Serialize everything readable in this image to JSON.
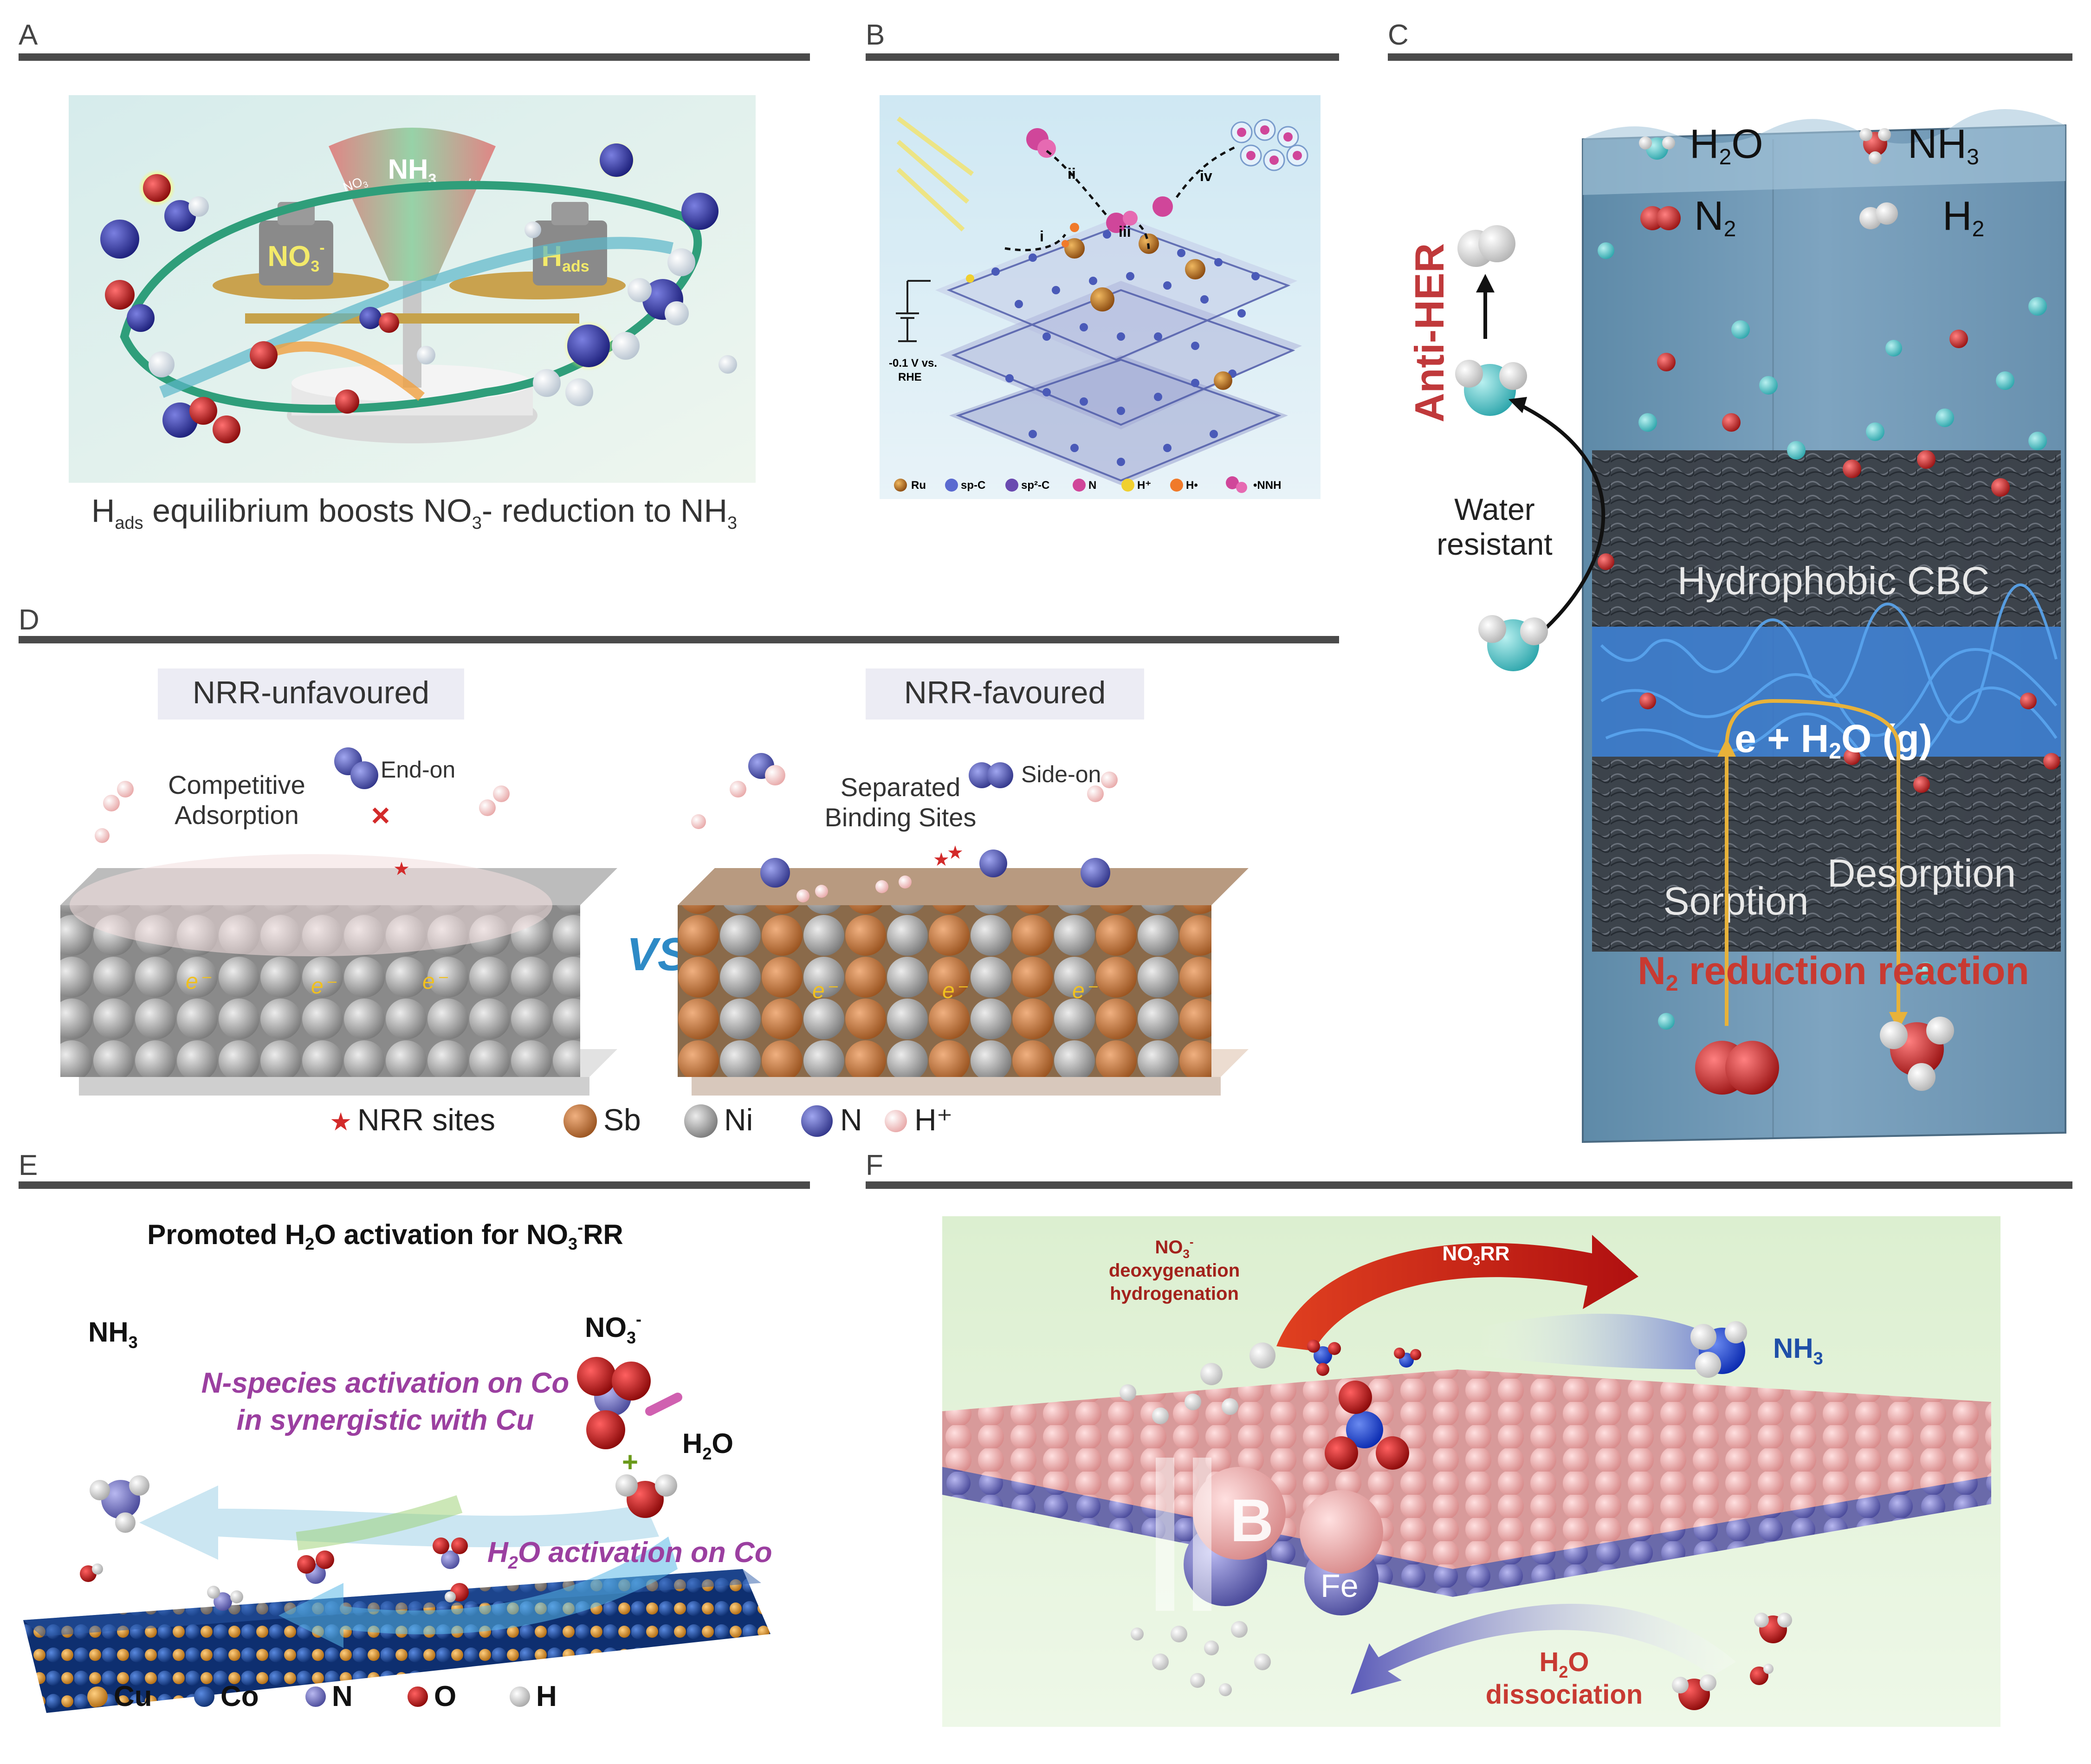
{
  "panels": {
    "A": {
      "label": "A",
      "scale_nh3": "NH",
      "scale_nh3_sub": "3",
      "scale_no3": "NO",
      "scale_no3_sub": "3",
      "scale_h": "H",
      "weight_left": "NO",
      "weight_left_sub": "3",
      "weight_left_sup": "-",
      "weight_right": "H",
      "weight_right_sub": "ads",
      "caption_h": "H",
      "caption_h_sub": "ads",
      "caption_mid": " equilibrium boosts NO",
      "caption_mid_sub": "3",
      "caption_end": "- reduction to NH",
      "caption_end_sub": "3"
    },
    "B": {
      "label": "B",
      "step_i": "i",
      "step_ii": "ii",
      "step_iii": "iii",
      "step_iv": "iv",
      "voltage_line1": "-0.1 V vs.",
      "voltage_line2": "RHE",
      "legend": [
        "Ru",
        "sp-C",
        "sp²-C",
        "N",
        "H⁺",
        "H•",
        "•NNH"
      ]
    },
    "C": {
      "label": "C",
      "h2o": "H",
      "h2o_sub": "2",
      "h2o_end": "O",
      "nh3": "NH",
      "nh3_sub": "3",
      "n2": "N",
      "n2_sub": "2",
      "h2": "H",
      "h2_sub": "2",
      "anti_her": "Anti-HER",
      "water_resistant_1": "Water",
      "water_resistant_2": "resistant",
      "hydrophobic": "Hydrophobic CBC",
      "vapor": "e + H",
      "vapor_sub": "2",
      "vapor_end": "O (g)",
      "desorption": "Desorption",
      "sorption": "Sorption",
      "reaction": "N",
      "reaction_sub": "2",
      "reaction_end": " reduction reaction"
    },
    "D": {
      "label": "D",
      "title_left": "NRR-unfavoured",
      "title_right": "NRR-favoured",
      "competitive_1": "Competitive",
      "competitive_2": "Adsorption",
      "end_on": "End-on",
      "separated_1": "Separated",
      "separated_2": "Binding Sites",
      "side_on": "Side-on",
      "vs": "VS.",
      "electron": "e⁻",
      "legend_nrr": "NRR sites",
      "legend_sb": "Sb",
      "legend_ni": "Ni",
      "legend_n": "N",
      "legend_h": "H⁺"
    },
    "E": {
      "label": "E",
      "title": "Promoted H",
      "title_sub": "2",
      "title_mid": "O activation for NO",
      "title_sub2": "3",
      "title_sup": "-",
      "title_end": "RR",
      "nh3": "NH",
      "nh3_sub": "3",
      "no3": "NO",
      "no3_sub": "3",
      "no3_sup": "-",
      "h2o": "H",
      "h2o_sub": "2",
      "h2o_end": "O",
      "nspecies_1": "N-species activation on Co",
      "nspecies_2": "in synergistic with Cu",
      "h2o_act": "H",
      "h2o_act_sub": "2",
      "h2o_act_end": "O activation on Co",
      "legend": [
        "Cu",
        "Co",
        "N",
        "O",
        "H"
      ]
    },
    "F": {
      "label": "F",
      "no3_label": "NO",
      "no3_label_sub": "3",
      "no3_label_sup": "-",
      "deoxy": "deoxygenation",
      "hydro": "hydrogenation",
      "no3rr": "NO",
      "no3rr_sub": "3",
      "no3rr_end": "RR",
      "nh3": "NH",
      "nh3_sub": "3",
      "b": "B",
      "fe": "Fe",
      "h2o": "H",
      "h2o_sub": "2",
      "h2o_end": "O",
      "dissociation": "dissociation"
    }
  },
  "colors": {
    "rule": "#4a4a4a",
    "anti_her": "#c0393b",
    "reaction_red": "#c83a32",
    "purple_text": "#9b3fa0",
    "blue_text": "#1f4fa8",
    "dark_red_text": "#a3221c",
    "sb": "#c47a3e",
    "ni": "#a8a8a8",
    "n": "#5a5fb0",
    "h": "#f0c4c4",
    "cu": "#e59b3a",
    "co": "#1e4f9e",
    "o": "#d21f1f"
  }
}
